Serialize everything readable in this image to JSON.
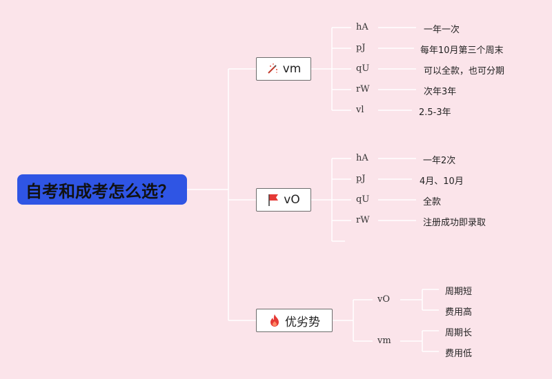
{
  "root": {
    "title": "自考和成考怎么选？"
  },
  "branch1": {
    "label": "vm",
    "icon": "magic-wand-icon",
    "rows": [
      {
        "key": "hA",
        "value": "一年一次"
      },
      {
        "key": "pJ",
        "value": "每年10月第三个周末"
      },
      {
        "key": "qU",
        "value": "可以全款，也可分期"
      },
      {
        "key": "rW",
        "value": "次年3年"
      },
      {
        "key": "vl",
        "value": "2.5-3年"
      }
    ]
  },
  "branch2": {
    "label": "vO",
    "icon": "red-flag-icon",
    "rows": [
      {
        "key": "hA",
        "value": "一年2次"
      },
      {
        "key": "pJ",
        "value": "4月、10月"
      },
      {
        "key": "qU",
        "value": "全款"
      },
      {
        "key": "rW",
        "value": "注册成功即录取"
      }
    ]
  },
  "branch3": {
    "label": "优劣势",
    "icon": "fire-icon",
    "groups": [
      {
        "key": "vO",
        "items": [
          "周期短",
          "费用高"
        ]
      },
      {
        "key": "vm",
        "items": [
          "周期长",
          "费用低"
        ]
      }
    ]
  },
  "colors": {
    "background": "#fbe4ea",
    "root": "#2f55e4",
    "line": "#ffffff"
  }
}
